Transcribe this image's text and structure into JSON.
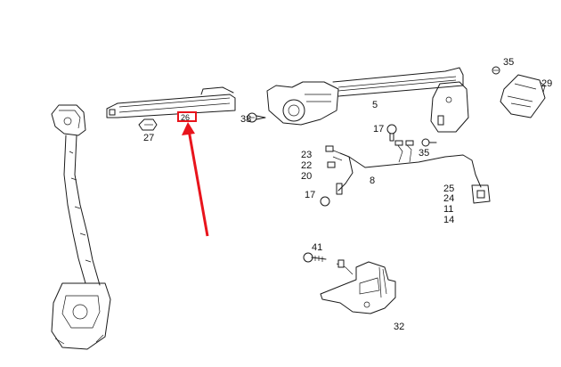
{
  "diagram": {
    "labels": {
      "p27": "27",
      "p38": "38",
      "p5": "5",
      "p35a": "35",
      "p29": "29",
      "p17a": "17",
      "p35b": "35",
      "p23": "23",
      "p22": "22",
      "p20": "20",
      "p8": "8",
      "p17b": "17",
      "p25": "25",
      "p24": "24",
      "p11": "11",
      "p14": "14",
      "p41": "41",
      "p32": "32",
      "hl": "26"
    },
    "highlight": {
      "color": "#e8141c"
    }
  }
}
